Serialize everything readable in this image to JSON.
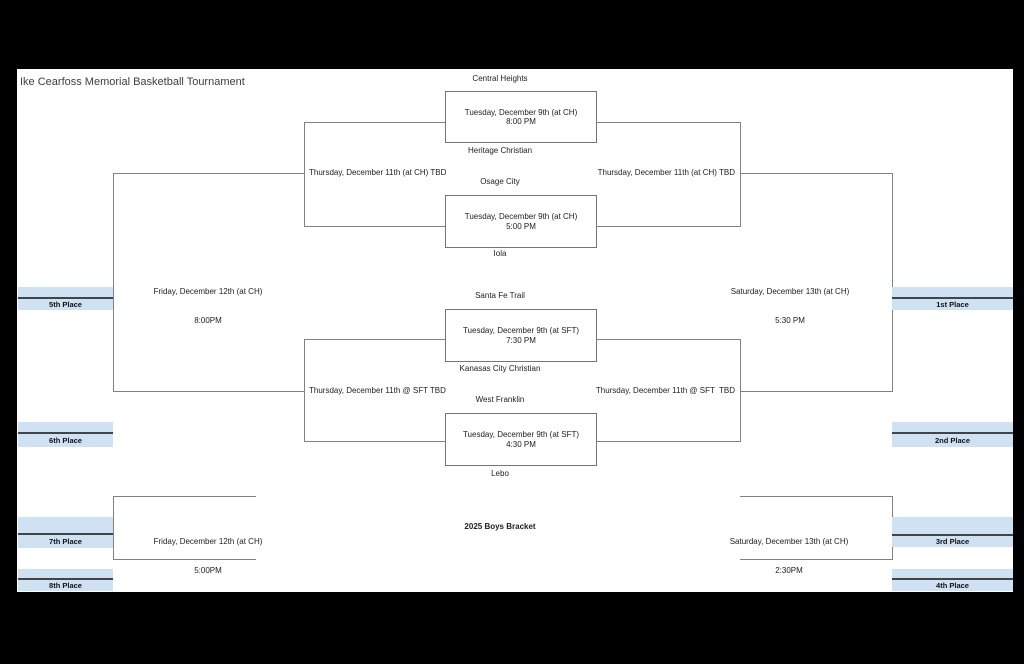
{
  "title": "Ike Cearfoss Memorial Basketball Tournament",
  "footer": "2025 Boys Bracket",
  "colors": {
    "place_band": "#cfe2f3"
  },
  "round1": {
    "games": [
      {
        "top_team": "Central Heights",
        "bottom_team": "Heritage Christian",
        "when": "Tuesday, December 9th (at CH)",
        "time": "8:00 PM"
      },
      {
        "top_team": "Osage City",
        "bottom_team": "Iola",
        "when": "Tuesday, December 9th (at CH)",
        "time": "5:00 PM"
      },
      {
        "top_team": "Santa Fe Trail",
        "bottom_team": "Kanasas City Christian",
        "when": "Tuesday, December 9th (at SFT)",
        "time": "7:30 PM"
      },
      {
        "top_team": "West Franklin",
        "bottom_team": "Lebo",
        "when": "Tuesday, December 9th (at SFT)",
        "time": "4:30 PM"
      }
    ]
  },
  "semifinals": {
    "consolation_top": "Thursday, December 11th (at CH) TBD",
    "winners_top": "Thursday, December 11th (at CH) TBD",
    "consolation_bottom": "Thursday, December 11th @ SFT TBD",
    "winners_bottom": "Thursday, December 11th @ SFT  TBD"
  },
  "finals": {
    "fifth": {
      "when": "Friday, December 12th (at CH)",
      "time": "8:00PM"
    },
    "seventh": {
      "when": "Friday, December 12th (at CH)",
      "time": "5:00PM"
    },
    "first": {
      "when": "Saturday, December 13th (at CH)",
      "time": "5:30 PM"
    },
    "third": {
      "when": "Saturday, December 13th (at CH)",
      "time": "2:30PM"
    }
  },
  "places_left": [
    "5th Place",
    "6th Place",
    "7th Place",
    "8th Place"
  ],
  "places_right": [
    "1st Place",
    "2nd Place",
    "3rd Place",
    "4th Place"
  ]
}
